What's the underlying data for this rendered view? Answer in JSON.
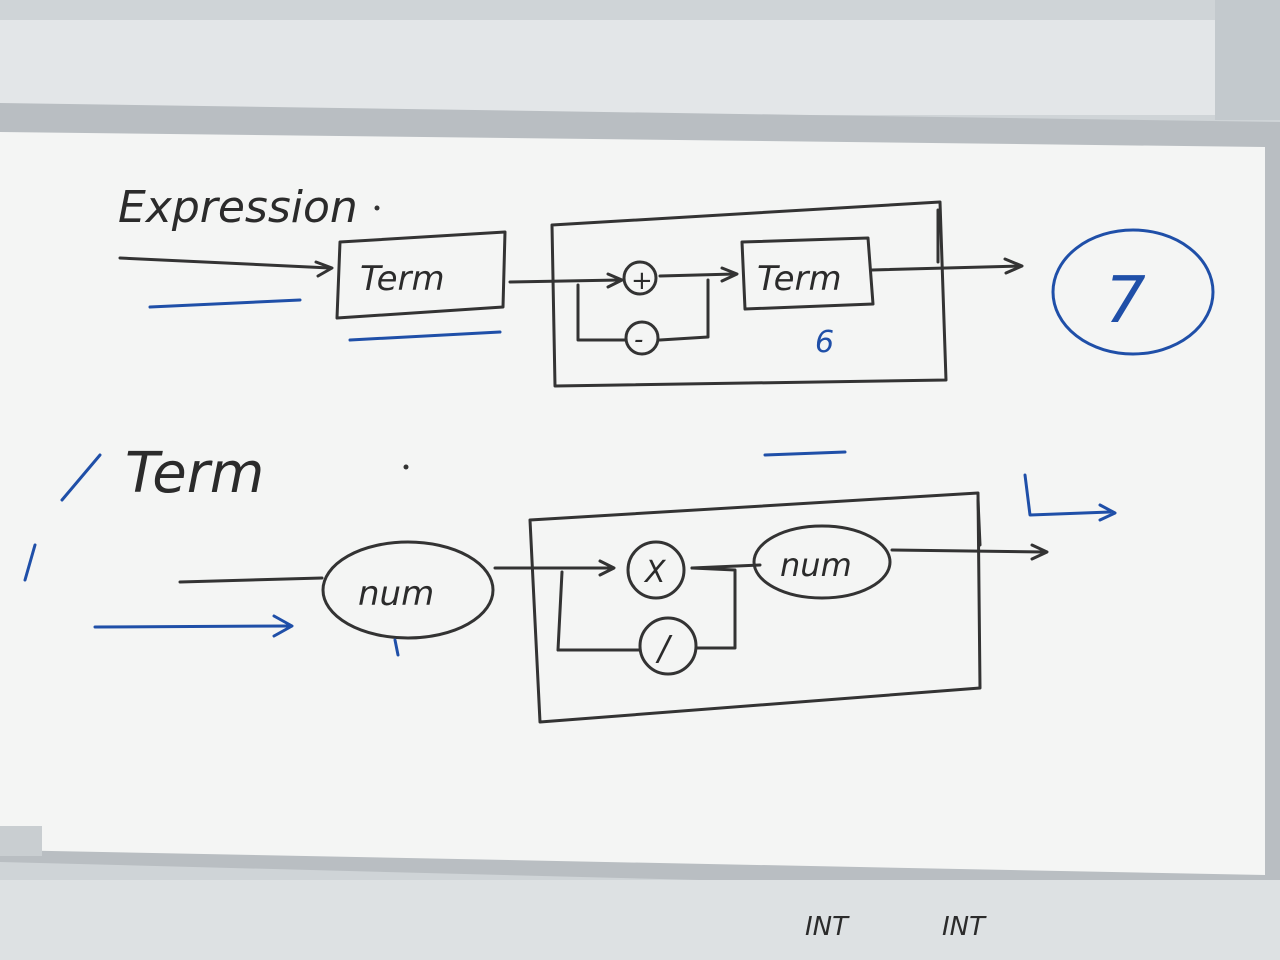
{
  "expression_diagram": {
    "title": "Expression",
    "term_box_left": "Term",
    "plus_op": "+",
    "minus_op": "-",
    "term_box_right": "Term",
    "annotation_number": "6",
    "circled_number": "7"
  },
  "term_diagram": {
    "title": "Term",
    "num_left": "num",
    "multiply_op": "X",
    "divide_op": "/",
    "num_right": "num"
  },
  "below_board": {
    "label_left": "INT",
    "label_right": "INT"
  },
  "colors": {
    "board": "#f4f5f4",
    "marker_black": "#333333",
    "marker_blue": "#1f4fa8",
    "frame": "#b9bec2"
  }
}
